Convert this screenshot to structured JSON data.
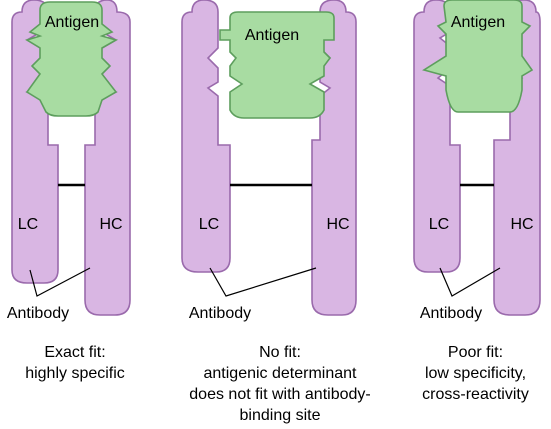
{
  "panels": [
    {
      "antigen": "Antigen",
      "lc": "LC",
      "hc": "HC",
      "antibody": "Antibody",
      "caption": [
        "Exact fit:",
        "highly specific"
      ]
    },
    {
      "antigen": "Antigen",
      "lc": "LC",
      "hc": "HC",
      "antibody": "Antibody",
      "caption": [
        "No fit:",
        "antigenic determinant",
        "does not fit with antibody-",
        "binding site"
      ]
    },
    {
      "antigen": "Antigen",
      "lc": "LC",
      "hc": "HC",
      "antibody": "Antibody",
      "caption": [
        "Poor fit:",
        "low specificity,",
        "cross-reactivity"
      ]
    }
  ],
  "colors": {
    "antibody_fill": "#d9b6e3",
    "antibody_outline": "#9a6aac",
    "antigen_fill": "#a8dca2",
    "antigen_outline": "#5d9e5d"
  }
}
